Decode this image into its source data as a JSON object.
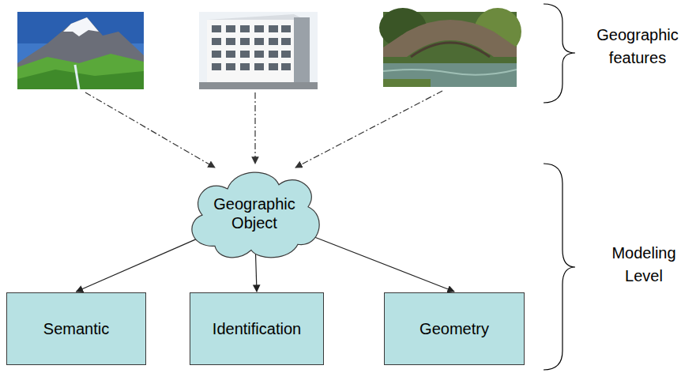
{
  "diagram": {
    "nodes": [
      {
        "text": [
          "Geographic Object"
        ]
      },
      {
        "text": [
          "Semantic"
        ]
      },
      {
        "text": [
          "Identification"
        ]
      },
      {
        "text": [
          "Geometry"
        ]
      }
    ],
    "edges": [
      {
        "from": 0,
        "to": 1,
        "arrow": "to"
      },
      {
        "from": 0,
        "to": 2,
        "arrow": "to"
      },
      {
        "from": 0,
        "to": 3,
        "arrow": "to"
      }
    ],
    "labels": [
      "Geographic features",
      "Modeling Level"
    ]
  }
}
